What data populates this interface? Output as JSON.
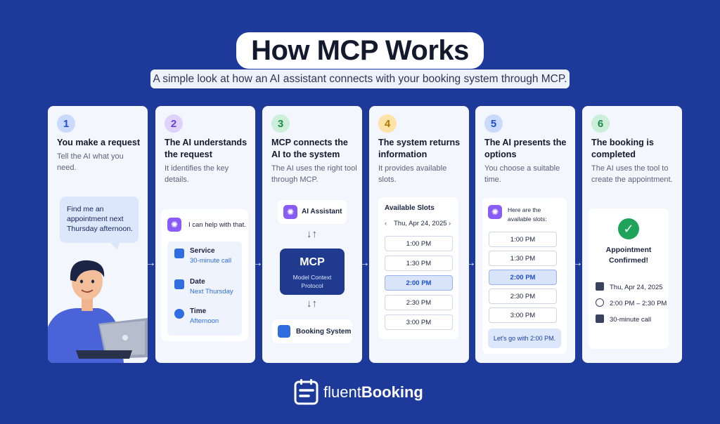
{
  "header": {
    "title": "How MCP Works",
    "subtitle": "A simple look at how an AI assistant connects with your booking system through MCP."
  },
  "colors": {
    "background": "#1d3a9b",
    "card": "#f3f6fd",
    "accent_blue": "#2f6de0",
    "ai_purple": "#8a5cf6",
    "confirm_green": "#1fa35b"
  },
  "steps": [
    {
      "number": "1",
      "title": "You make a request",
      "description": "Tell the AI what you need.",
      "badge_color": "#c9dafd",
      "bubble": "Find me an appointment next Thursday afternoon."
    },
    {
      "number": "2",
      "title": "The AI understands the request",
      "description": "It identifies the key details.",
      "badge_color": "#ddd3fd",
      "chat": "I can help with that.",
      "details": [
        {
          "label": "Service",
          "value": "30-minute call",
          "icon": "calendar-icon"
        },
        {
          "label": "Date",
          "value": "Next Thursday",
          "icon": "calendar-icon"
        },
        {
          "label": "Time",
          "value": "Afternoon",
          "icon": "clock-icon"
        }
      ]
    },
    {
      "number": "3",
      "title": "MCP connects the AI to the system",
      "description": "The AI uses the right tool through MCP.",
      "badge_color": "#cdeed8",
      "ai_box": "AI Assistant",
      "mcp_title": "MCP",
      "mcp_subtitle": "Model Context Protocol",
      "booking_box": "Booking System"
    },
    {
      "number": "4",
      "title": "The system returns information",
      "description": "It provides available slots.",
      "badge_color": "#fde3a6",
      "slots_title": "Available Slots",
      "date": "Thu, Apr 24, 2025",
      "slots": [
        "1:00 PM",
        "1:30 PM",
        "2:00 PM",
        "2:30 PM",
        "3:00 PM"
      ],
      "selected_slot": "2:00 PM"
    },
    {
      "number": "5",
      "title": "The AI presents the options",
      "description": "You choose a suitable time.",
      "badge_color": "#c9dafd",
      "chat": "Here are the available slots:",
      "slots": [
        "1:00 PM",
        "1:30 PM",
        "2:00 PM",
        "2:30 PM",
        "3:00 PM"
      ],
      "selected_slot": "2:00 PM",
      "reply": "Let's go with 2:00 PM."
    },
    {
      "number": "6",
      "title": "The booking is completed",
      "description": "The AI uses the tool to create the appointment.",
      "badge_color": "#cdeed8",
      "confirm_title": "Appointment Confirmed!",
      "confirm_rows": [
        {
          "text": "Thu, Apr 24, 2025",
          "icon": "calendar-icon"
        },
        {
          "text": "2:00 PM – 2:30 PM",
          "icon": "clock-icon"
        },
        {
          "text": "30-minute call",
          "icon": "video-icon"
        }
      ]
    }
  ],
  "footer": {
    "brand_light": "fluent",
    "brand_bold": "Booking"
  }
}
